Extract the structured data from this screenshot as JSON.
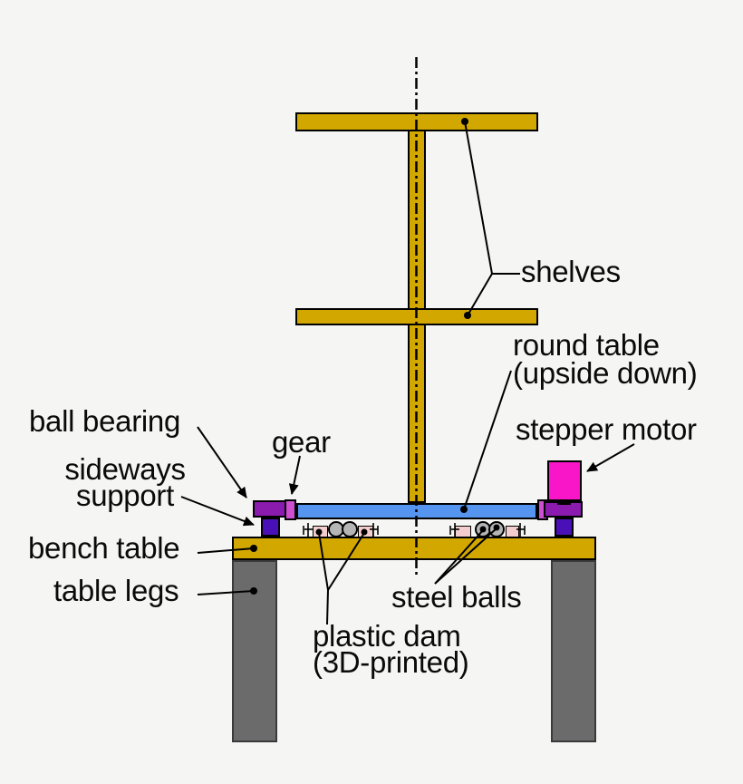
{
  "diagram": {
    "labels": {
      "shelves": "shelves",
      "round_table_1": "round table",
      "round_table_2": "(upside down)",
      "stepper_motor": "stepper motor",
      "ball_bearing": "ball bearing",
      "gear": "gear",
      "sideways_1": "sideways",
      "sideways_2": "support",
      "bench_table": "bench table",
      "table_legs": "table legs",
      "steel_balls": "steel balls",
      "plastic_dam_1": "plastic dam",
      "plastic_dam_2": "(3D-printed)"
    },
    "colors": {
      "background": "#f5f5f3",
      "wood_gold": "#d2a800",
      "round_table_blue": "#5595f0",
      "ball_bearing_purple": "#8a1bae",
      "gear_magenta": "#ce4fd0",
      "sideways_support_indigo": "#4a10b8",
      "stepper_motor_pink": "#f816c8",
      "plastic_dam_pink": "#f4cece",
      "steel_ball_gray": "#b5b5b5",
      "table_leg_gray": "#6b6b6b",
      "line_black": "#000000"
    }
  }
}
